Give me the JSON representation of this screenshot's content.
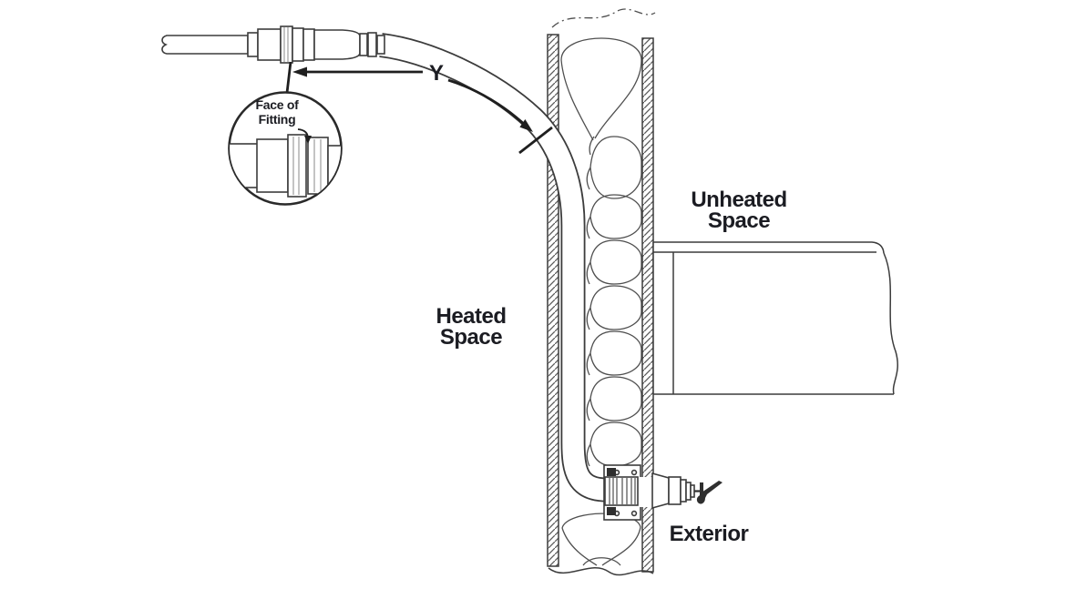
{
  "diagram": {
    "type": "technical-installation-diagram",
    "labels": {
      "heated_space_line1": "Heated",
      "heated_space_line2": "Space",
      "unheated_space_line1": "Unheated",
      "unheated_space_line2": "Space",
      "exterior": "Exterior",
      "dimension_y": "Y",
      "callout_line1": "Face of",
      "callout_line2": "Fitting"
    },
    "colors": {
      "background": "#ffffff",
      "line_art": "#3c3c3c",
      "dimension_lines": "#1f1f1f",
      "text": "#1b1c22"
    }
  }
}
